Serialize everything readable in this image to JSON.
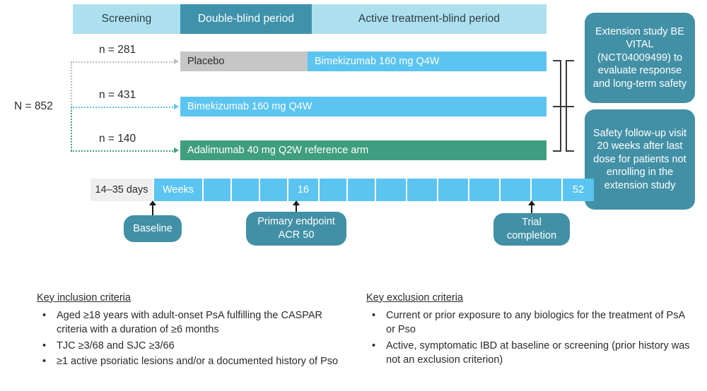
{
  "header": {
    "periods": [
      {
        "label": "Screening"
      },
      {
        "label": "Double-blind period"
      },
      {
        "label": "Active treatment-blind period"
      }
    ]
  },
  "enrollment": {
    "total_label": "N = 852"
  },
  "arms": [
    {
      "n_label": "n = 281",
      "segments": [
        {
          "label": "Placebo"
        },
        {
          "label": "Bimekizumab 160 mg Q4W"
        }
      ]
    },
    {
      "n_label": "n = 431",
      "segments": [
        {
          "label": "Bimekizumab 160 mg Q4W"
        }
      ]
    },
    {
      "n_label": "n = 140",
      "segments": [
        {
          "label": "Adalimumab 40 mg Q2W reference arm"
        }
      ]
    }
  ],
  "side_boxes": [
    {
      "text": "Extension study BE VITAL (NCT04009499) to evaluate response and long-term safety"
    },
    {
      "text": "Safety follow-up visit 20 weeks after last dose for patients not enrolling in the extension study"
    }
  ],
  "timeline": {
    "pre_label": "14–35 days",
    "weeks_label": "Weeks",
    "cells": [
      "",
      "",
      "",
      "16",
      "",
      "",
      "",
      "",
      "",
      "",
      "",
      "",
      "52"
    ]
  },
  "milestones": [
    {
      "text": "Baseline"
    },
    {
      "text": "Primary endpoint ACR 50"
    },
    {
      "text": "Trial completion"
    }
  ],
  "inclusion": {
    "title": "Key inclusion criteria",
    "items": [
      "Aged ≥18 years with adult-onset PsA fulfilling the CASPAR criteria with a duration of ≥6 months",
      "TJC ≥3/68 and SJC ≥3/66",
      "≥1 active psoriatic lesions and/or a documented history of Pso"
    ]
  },
  "exclusion": {
    "title": "Key exclusion criteria",
    "items": [
      "Current or prior exposure to any biologics for the treatment of PsA or Pso",
      "Active, symptomatic IBD at baseline or screening (prior history was not an exclusion criterion)"
    ]
  },
  "colors": {
    "light_blue": "#ade0ee",
    "teal": "#3f92ac",
    "bimekizumab_blue": "#5bc4f1",
    "placebo_grey": "#c6c6c6",
    "adalimumab_green": "#3f9e7f",
    "box_teal": "#4290a6",
    "pre_grey": "#efefef"
  }
}
